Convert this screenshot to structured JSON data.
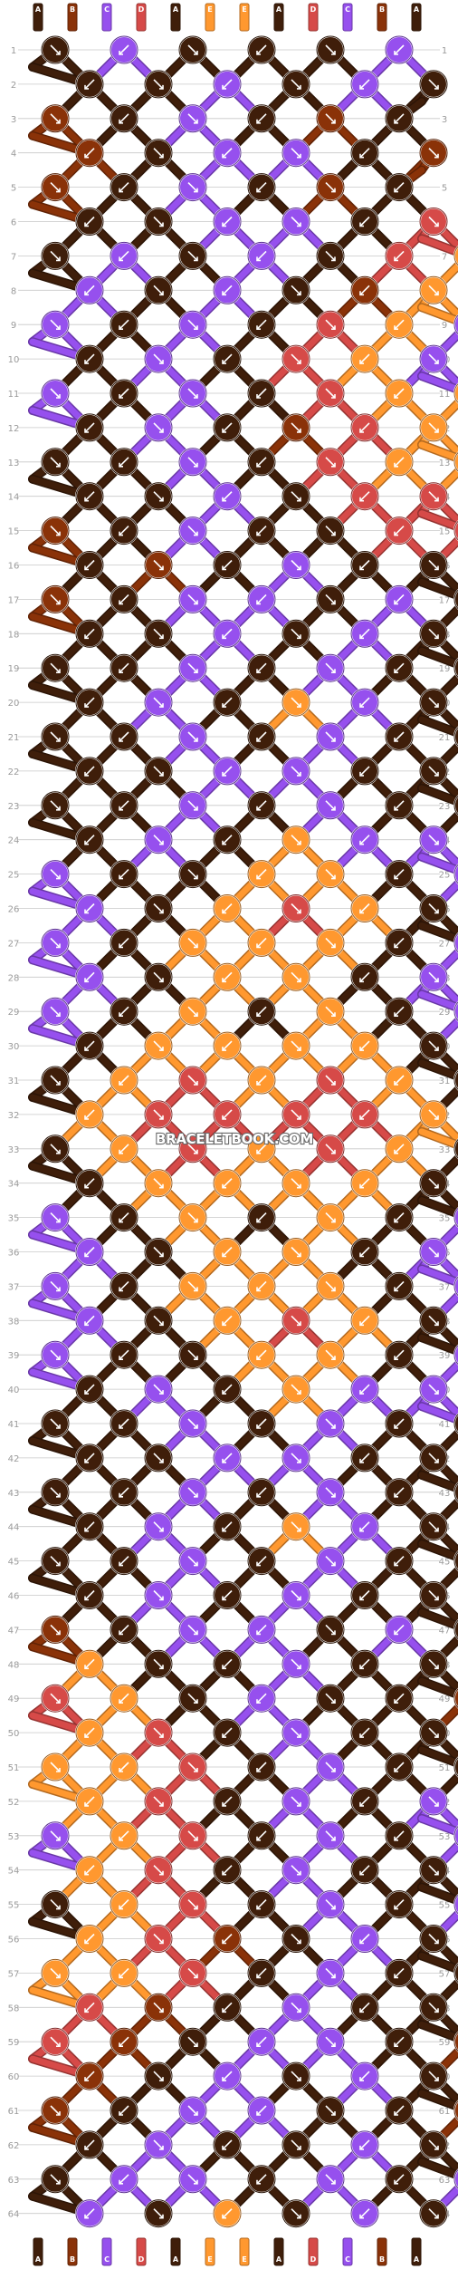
{
  "watermark": "BRACELETBOOK.COM",
  "strings": {
    "letters": [
      "A",
      "B",
      "C",
      "D",
      "A",
      "E",
      "E",
      "A",
      "D",
      "C",
      "B",
      "A"
    ],
    "top_colors": [
      "brown",
      "sienna",
      "purple",
      "red",
      "brown",
      "orange",
      "orange",
      "brown",
      "red",
      "purple",
      "sienna",
      "brown"
    ]
  },
  "rows": {
    "count": 64,
    "labels": [
      "1",
      "2",
      "3",
      "4",
      "5",
      "6",
      "7",
      "8",
      "9",
      "10",
      "11",
      "12",
      "13",
      "14",
      "15",
      "16",
      "17",
      "18",
      "19",
      "20",
      "21",
      "22",
      "23",
      "24",
      "25",
      "26",
      "27",
      "28",
      "29",
      "30",
      "31",
      "32",
      "33",
      "34",
      "35",
      "36",
      "37",
      "38",
      "39",
      "40",
      "41",
      "42",
      "43",
      "44",
      "45",
      "46",
      "47",
      "48",
      "49",
      "50",
      "51",
      "52",
      "53",
      "54",
      "55",
      "56",
      "57",
      "58",
      "59",
      "60",
      "61",
      "62",
      "63",
      "64"
    ]
  },
  "colors": {
    "brown": "#3f1e0a",
    "sienna": "#8a3208",
    "purple": "#9650ee",
    "red": "#d64a48",
    "orange": "#ff982f",
    "grid": "#c8c8c8",
    "row_text": "#9a9a9a",
    "background": "#ffffff"
  },
  "knot_colors": [
    [
      "brown",
      "purple",
      "brown",
      "brown",
      "brown",
      "purple"
    ],
    [
      "brown",
      "brown",
      "purple",
      "brown",
      "purple",
      "brown"
    ],
    [
      "sienna",
      "brown",
      "purple",
      "brown",
      "sienna",
      "brown"
    ],
    [
      "sienna",
      "brown",
      "purple",
      "purple",
      "brown",
      "sienna"
    ],
    [
      "sienna",
      "brown",
      "purple",
      "brown",
      "sienna",
      "brown"
    ],
    [
      "brown",
      "brown",
      "purple",
      "purple",
      "brown",
      "red"
    ],
    [
      "brown",
      "purple",
      "brown",
      "purple",
      "brown",
      "red",
      "orange"
    ],
    [
      "purple",
      "brown",
      "purple",
      "brown",
      "sienna",
      "orange"
    ],
    [
      "purple",
      "brown",
      "purple",
      "brown",
      "red",
      "orange",
      "purple"
    ],
    [
      "brown",
      "purple",
      "brown",
      "red",
      "orange",
      "purple"
    ],
    [
      "purple",
      "brown",
      "purple",
      "brown",
      "red",
      "orange",
      "orange"
    ],
    [
      "brown",
      "purple",
      "brown",
      "sienna",
      "red",
      "orange"
    ],
    [
      "brown",
      "brown",
      "purple",
      "brown",
      "red",
      "orange",
      "orange"
    ],
    [
      "brown",
      "brown",
      "purple",
      "brown",
      "red",
      "red"
    ],
    [
      "sienna",
      "brown",
      "purple",
      "brown",
      "brown",
      "red",
      "red"
    ],
    [
      "brown",
      "sienna",
      "brown",
      "purple",
      "brown",
      "brown"
    ],
    [
      "sienna",
      "brown",
      "purple",
      "purple",
      "brown",
      "purple",
      "brown"
    ],
    [
      "brown",
      "brown",
      "purple",
      "brown",
      "purple",
      "brown"
    ],
    [
      "brown",
      "brown",
      "purple",
      "brown",
      "purple",
      "brown",
      "brown"
    ],
    [
      "brown",
      "purple",
      "brown",
      "orange",
      "purple",
      "brown"
    ],
    [
      "brown",
      "brown",
      "purple",
      "brown",
      "purple",
      "brown",
      "brown"
    ],
    [
      "brown",
      "brown",
      "purple",
      "purple",
      "brown",
      "brown"
    ],
    [
      "brown",
      "brown",
      "purple",
      "brown",
      "purple",
      "brown",
      "brown"
    ],
    [
      "brown",
      "purple",
      "brown",
      "orange",
      "purple",
      "purple"
    ],
    [
      "purple",
      "brown",
      "brown",
      "orange",
      "orange",
      "brown",
      "purple"
    ],
    [
      "purple",
      "brown",
      "orange",
      "red",
      "orange",
      "brown"
    ],
    [
      "purple",
      "brown",
      "orange",
      "orange",
      "orange",
      "brown",
      "purple"
    ],
    [
      "purple",
      "brown",
      "orange",
      "orange",
      "brown",
      "purple"
    ],
    [
      "purple",
      "brown",
      "orange",
      "brown",
      "orange",
      "brown",
      "purple"
    ],
    [
      "brown",
      "orange",
      "orange",
      "orange",
      "orange",
      "brown"
    ],
    [
      "brown",
      "orange",
      "red",
      "orange",
      "red",
      "orange",
      "brown"
    ],
    [
      "orange",
      "red",
      "red",
      "red",
      "red",
      "orange"
    ],
    [
      "brown",
      "orange",
      "red",
      "orange",
      "red",
      "orange",
      "brown"
    ],
    [
      "brown",
      "orange",
      "orange",
      "orange",
      "orange",
      "brown"
    ],
    [
      "purple",
      "brown",
      "orange",
      "brown",
      "orange",
      "brown",
      "purple"
    ],
    [
      "purple",
      "brown",
      "orange",
      "orange",
      "brown",
      "purple"
    ],
    [
      "purple",
      "brown",
      "orange",
      "orange",
      "orange",
      "brown",
      "purple"
    ],
    [
      "purple",
      "brown",
      "orange",
      "red",
      "orange",
      "brown"
    ],
    [
      "purple",
      "brown",
      "brown",
      "orange",
      "orange",
      "brown",
      "purple"
    ],
    [
      "brown",
      "purple",
      "brown",
      "orange",
      "purple",
      "purple"
    ],
    [
      "brown",
      "brown",
      "purple",
      "brown",
      "purple",
      "brown",
      "brown"
    ],
    [
      "brown",
      "brown",
      "purple",
      "purple",
      "brown",
      "brown"
    ],
    [
      "brown",
      "brown",
      "purple",
      "brown",
      "purple",
      "brown",
      "brown"
    ],
    [
      "brown",
      "purple",
      "brown",
      "orange",
      "purple",
      "brown"
    ],
    [
      "brown",
      "brown",
      "purple",
      "brown",
      "purple",
      "brown",
      "brown"
    ],
    [
      "brown",
      "purple",
      "brown",
      "purple",
      "brown",
      "brown"
    ],
    [
      "sienna",
      "brown",
      "purple",
      "purple",
      "brown",
      "purple",
      "brown"
    ],
    [
      "orange",
      "brown",
      "brown",
      "purple",
      "brown",
      "brown"
    ],
    [
      "red",
      "orange",
      "brown",
      "purple",
      "brown",
      "brown",
      "sienna"
    ],
    [
      "orange",
      "red",
      "brown",
      "purple",
      "brown",
      "brown"
    ],
    [
      "orange",
      "orange",
      "red",
      "brown",
      "purple",
      "brown",
      "brown"
    ],
    [
      "orange",
      "red",
      "brown",
      "purple",
      "brown",
      "purple"
    ],
    [
      "purple",
      "orange",
      "red",
      "brown",
      "purple",
      "brown",
      "purple"
    ],
    [
      "orange",
      "red",
      "brown",
      "purple",
      "brown",
      "brown"
    ],
    [
      "brown",
      "orange",
      "red",
      "brown",
      "purple",
      "brown",
      "purple"
    ],
    [
      "orange",
      "red",
      "sienna",
      "brown",
      "purple",
      "brown"
    ],
    [
      "orange",
      "orange",
      "red",
      "brown",
      "purple",
      "brown",
      "brown"
    ],
    [
      "red",
      "sienna",
      "brown",
      "purple",
      "brown",
      "brown"
    ],
    [
      "red",
      "sienna",
      "brown",
      "purple",
      "purple",
      "brown",
      "sienna"
    ],
    [
      "sienna",
      "brown",
      "purple",
      "brown",
      "purple",
      "brown"
    ],
    [
      "sienna",
      "brown",
      "purple",
      "purple",
      "brown",
      "brown",
      "sienna"
    ],
    [
      "brown",
      "purple",
      "brown",
      "brown",
      "purple",
      "brown"
    ],
    [
      "brown",
      "purple",
      "purple",
      "brown",
      "purple",
      "brown",
      "purple"
    ],
    [
      "purple",
      "brown",
      "orange",
      "brown",
      "purple",
      "brown"
    ]
  ]
}
